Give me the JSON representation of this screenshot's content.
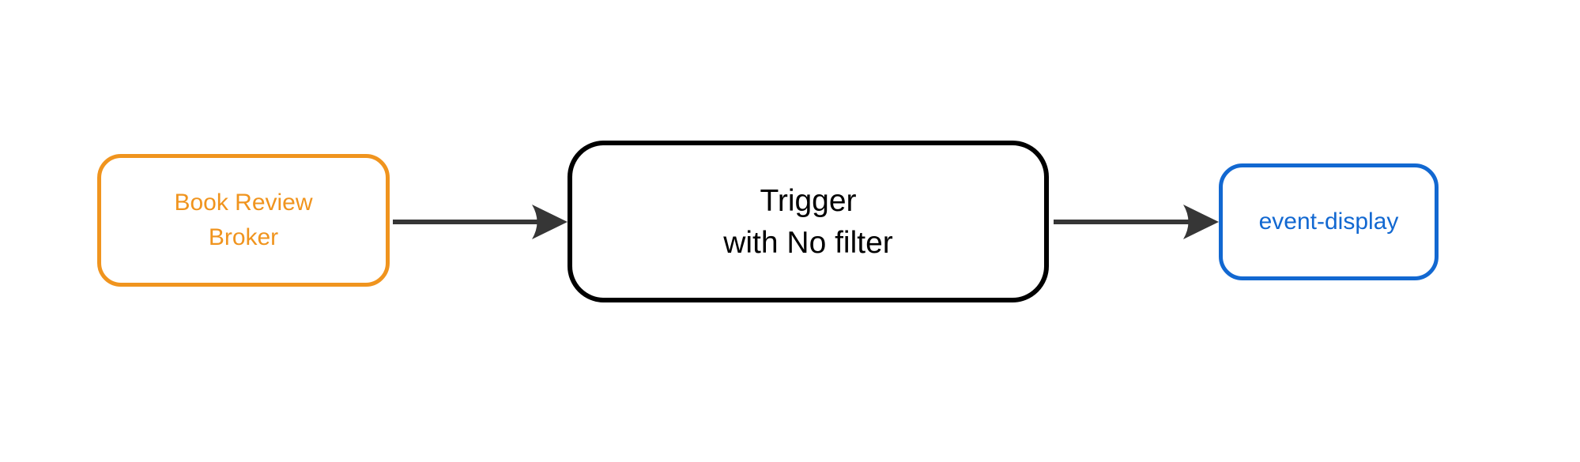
{
  "diagram": {
    "background_color": "#ffffff",
    "edge_color": "#363636",
    "nodes": [
      {
        "id": "book-review-broker",
        "label": "Book Review\nBroker",
        "color": "#f0941e",
        "shape": "rounded-rectangle"
      },
      {
        "id": "trigger",
        "label": "Trigger\nwith No filter",
        "color": "#000000",
        "shape": "rounded-rectangle"
      },
      {
        "id": "event-display",
        "label": "event-display",
        "color": "#1268d1",
        "shape": "rounded-rectangle"
      }
    ],
    "edges": [
      {
        "from": "book-review-broker",
        "to": "trigger",
        "style": "solid-arrow"
      },
      {
        "from": "trigger",
        "to": "event-display",
        "style": "solid-arrow"
      }
    ]
  }
}
